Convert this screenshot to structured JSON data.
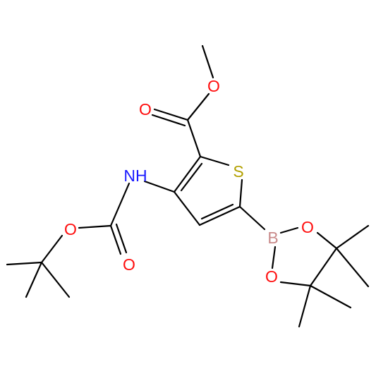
{
  "molecule": {
    "atom_labels": {
      "sulfur": "S",
      "nitrogen_h": "NH",
      "boron": "B",
      "oxygen": "O"
    },
    "colors": {
      "bond": "#000000",
      "oxygen": "#ff0d0d",
      "nitrogen": "#1a1aff",
      "sulfur": "#b2a000",
      "boron": "#c98a8a"
    }
  }
}
